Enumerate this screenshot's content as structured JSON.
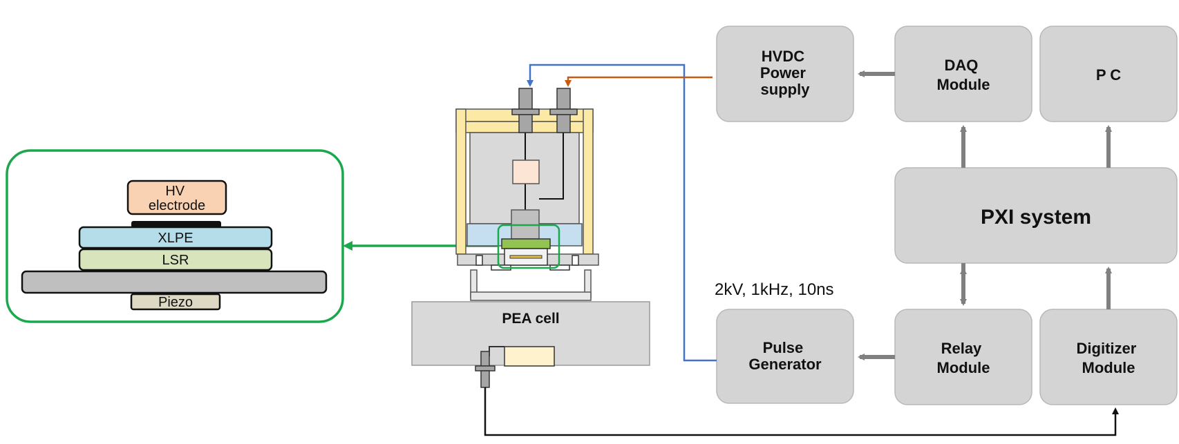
{
  "modules": {
    "hvdc": [
      "HVDC",
      "Power",
      "supply"
    ],
    "daq": [
      "DAQ",
      "Module"
    ],
    "pc": [
      "P C"
    ],
    "pxi": [
      "PXI system"
    ],
    "pulse": [
      "Pulse",
      "Generator"
    ],
    "relay": [
      "Relay",
      "Module"
    ],
    "digitizer": [
      "Digitizer",
      "Module"
    ]
  },
  "pulse_spec": "2kV, 1kHz, 10ns",
  "pea_cell_label": "PEA cell",
  "sample_layers": {
    "hv_electrode": [
      "HV",
      "electrode"
    ],
    "xlpe": "XLPE",
    "lsr": "LSR",
    "piezo": "Piezo"
  },
  "colors": {
    "module_fill": "#d4d4d4",
    "module_stroke": "#b8b8b8",
    "inset_border": "#1aa84c",
    "hv_line": "#4472c4",
    "pulse_line": "#c55a11",
    "arrow_gray": "#808080",
    "frame_yellow": "#fde9a6",
    "xlpe_fill": "#b4dde9",
    "lsr_fill": "#d8e4bc",
    "hv_electrode_fill": "#f9d2b4",
    "piezo_fill": "#ddd9c4"
  }
}
